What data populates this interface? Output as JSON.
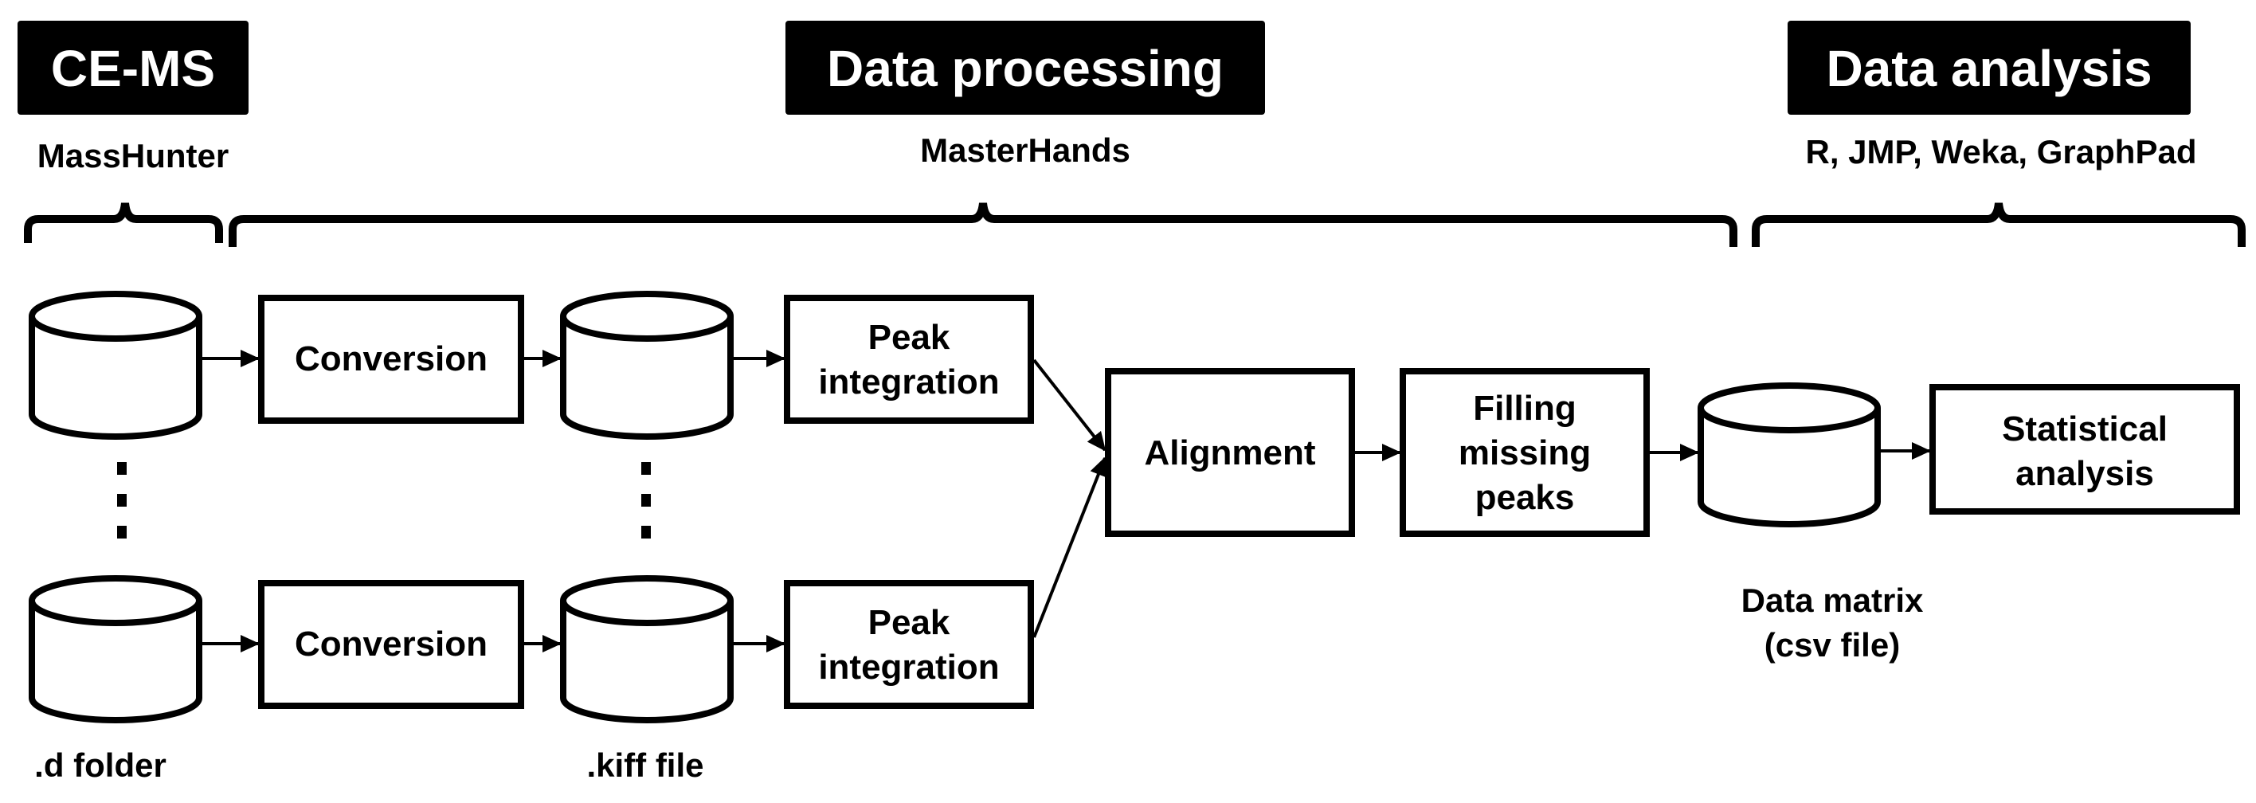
{
  "headers": {
    "cems": "CE-MS",
    "processing": "Data processing",
    "analysis": "Data analysis"
  },
  "software": {
    "cems": "MassHunter",
    "processing": "MasterHands",
    "analysis": "R, JMP, Weka, GraphPad"
  },
  "steps": {
    "conversion": "Conversion",
    "peak_integration": [
      "Peak",
      "integration"
    ],
    "alignment": "Alignment",
    "filling": [
      "Filling",
      "missing",
      "peaks"
    ],
    "statistical": [
      "Statistical",
      "analysis"
    ]
  },
  "labels": {
    "d_folder": ".d folder",
    "kiff_file": ".kiff file",
    "data_matrix": [
      "Data matrix",
      "(csv file)"
    ]
  },
  "ellipsis": "⋮"
}
